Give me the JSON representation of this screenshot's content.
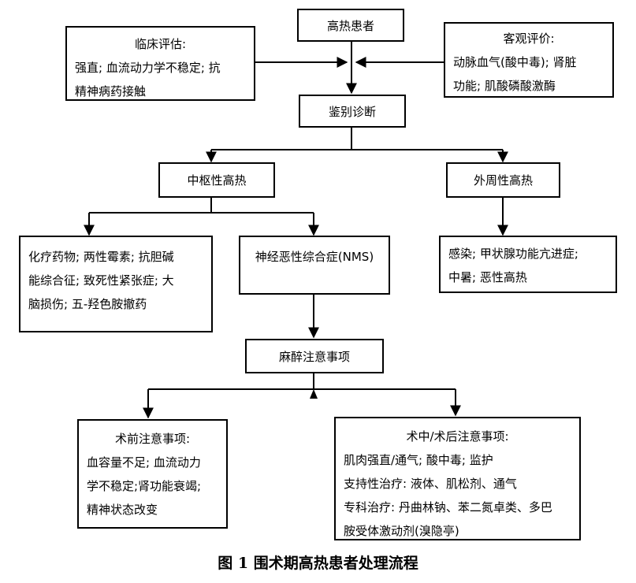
{
  "nodes": {
    "patient": "高热患者",
    "clinical_title": "临床评估:",
    "clinical_lines": [
      "强直; 血流动力学不稳定; 抗",
      "精神病药接触"
    ],
    "objective_title": "客观评价:",
    "objective_lines": [
      "动脉血气(酸中毒); 肾脏",
      "功能; 肌酸磷酸激酶"
    ],
    "differential": "鉴别诊断",
    "central": "中枢性高热",
    "peripheral": "外周性高热",
    "central_causes": [
      "化疗药物; 两性霉素; 抗胆碱",
      "能综合征; 致死性紧张症; 大",
      "脑损伤; 五-羟色胺撤药"
    ],
    "nms": "神经恶性综合症(NMS)",
    "peripheral_causes": [
      "感染; 甲状腺功能亢进症;",
      "中暑; 恶性高热"
    ],
    "anesthesia": "麻醉注意事项",
    "preop_title": "术前注意事项:",
    "preop_lines": [
      "血容量不足; 血流动力",
      "学不稳定;肾功能衰竭;",
      "精神状态改变"
    ],
    "intraop_title": "术中/术后注意事项:",
    "intraop_lines": [
      "肌肉强直/通气; 酸中毒; 监护",
      "支持性治疗: 液体、肌松剂、通气",
      "专科治疗: 丹曲林钠、苯二氮卓类、多巴",
      "胺受体激动剂(溴隐亭)"
    ]
  },
  "caption": "图 1 围术期高热患者处理流程"
}
